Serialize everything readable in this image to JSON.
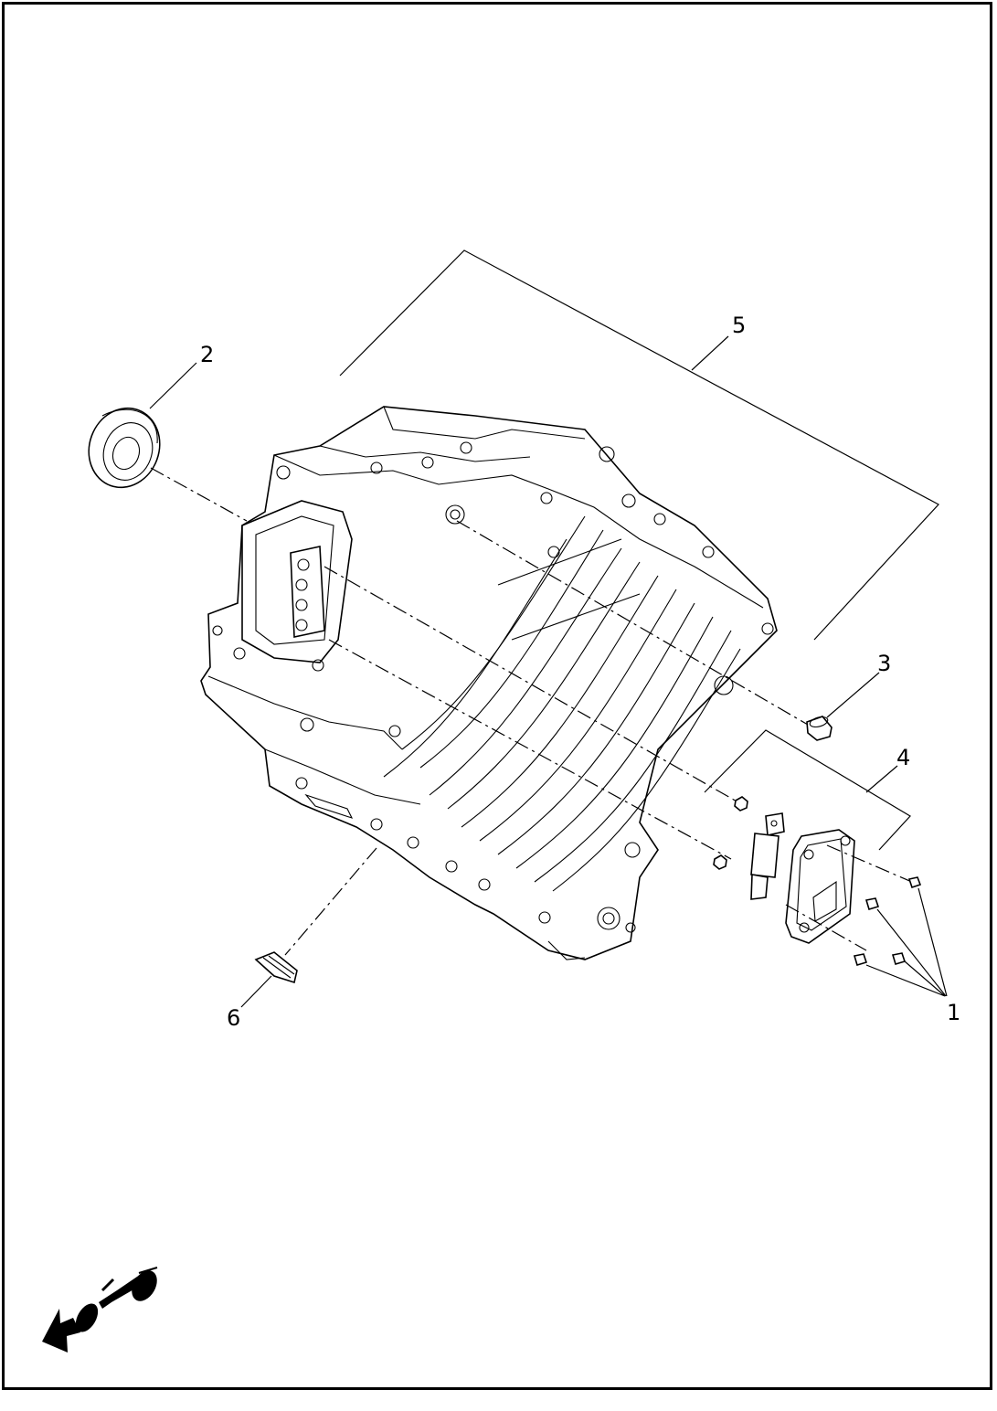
{
  "diagram": {
    "callouts": [
      {
        "id": "1",
        "label": "1"
      },
      {
        "id": "2",
        "label": "2"
      },
      {
        "id": "3",
        "label": "3"
      },
      {
        "id": "4",
        "label": "4"
      },
      {
        "id": "5",
        "label": "5"
      },
      {
        "id": "6",
        "label": "6"
      }
    ],
    "parts": [
      {
        "callout": "1",
        "icon": "screw-icon"
      },
      {
        "callout": "2",
        "icon": "bearing-seal-icon"
      },
      {
        "callout": "3",
        "icon": "plug-icon"
      },
      {
        "callout": "4",
        "icon": "cover-kit-icon"
      },
      {
        "callout": "5",
        "icon": "housing-assembly-icon"
      },
      {
        "callout": "6",
        "icon": "clip-icon"
      }
    ],
    "orientation_icon": "motorcycle-front-arrow-icon",
    "line_color": "#000000",
    "background_color": "#ffffff"
  }
}
